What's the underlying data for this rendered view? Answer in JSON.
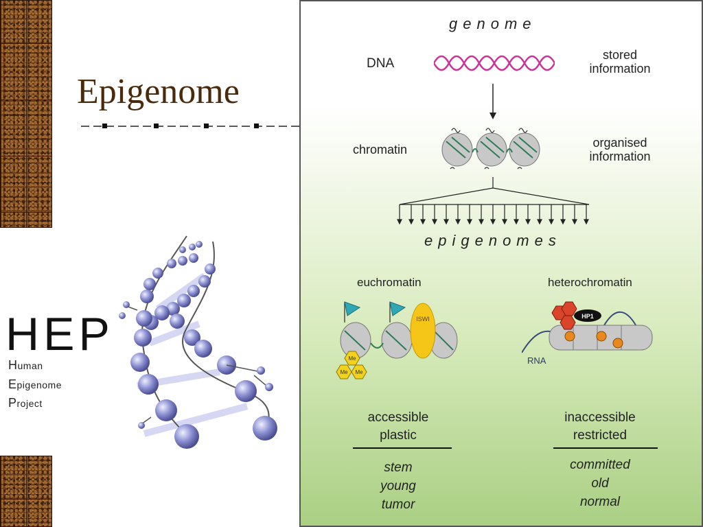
{
  "slide": {
    "title": "Epigenome"
  },
  "hep": {
    "acronym": "HEP",
    "line1_initial": "H",
    "line1_rest": "uman",
    "line2_initial": "E",
    "line2_rest": "pigenome",
    "line3_initial": "P",
    "line3_rest": "roject"
  },
  "diagram": {
    "genome_label": "genome",
    "dna_label": "DNA",
    "stored_line1": "stored",
    "stored_line2": "information",
    "chromatin_label": "chromatin",
    "organised_line1": "organised",
    "organised_line2": "information",
    "epigenomes_label": "epigenomes",
    "euchromatin_label": "euchromatin",
    "heterochromatin_label": "heterochromatin",
    "iswi_label": "ISWI",
    "me_label": "Me",
    "hp1_label": "HP1",
    "rna_label": "RNA",
    "left_props": [
      "accessible",
      "plastic"
    ],
    "left_states": [
      "stem",
      "young",
      "tumor"
    ],
    "right_props": [
      "inaccessible",
      "restricted"
    ],
    "right_states": [
      "committed",
      "old",
      "normal"
    ]
  },
  "colors": {
    "title": "#4a2a0c",
    "dna_strand": "#cc3399",
    "nucleosome": "#c8c8c8",
    "iswi": "#f5c518",
    "me_yellow": "#f2d21b",
    "me_red": "#d9442a",
    "flag_teal": "#2fa7b5",
    "helix_bead": "#8b8fd0"
  }
}
